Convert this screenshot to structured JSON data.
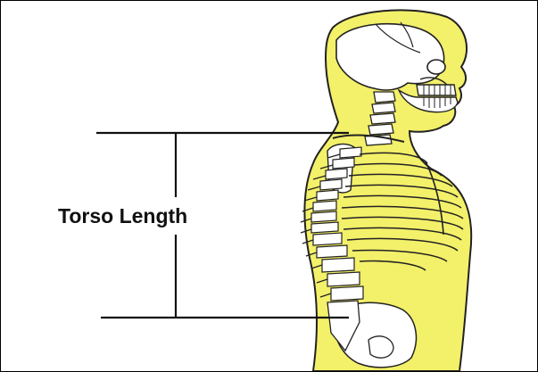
{
  "measurement": {
    "label": "Torso Length"
  },
  "colors": {
    "body_fill": "#f3f06a",
    "bone_fill": "#ffffff",
    "outline": "#222222",
    "measure_line": "#111111",
    "background": "#ffffff"
  },
  "figure": {
    "subject": "human-torso-side-view-skeleton",
    "orientation": "facing-right"
  }
}
